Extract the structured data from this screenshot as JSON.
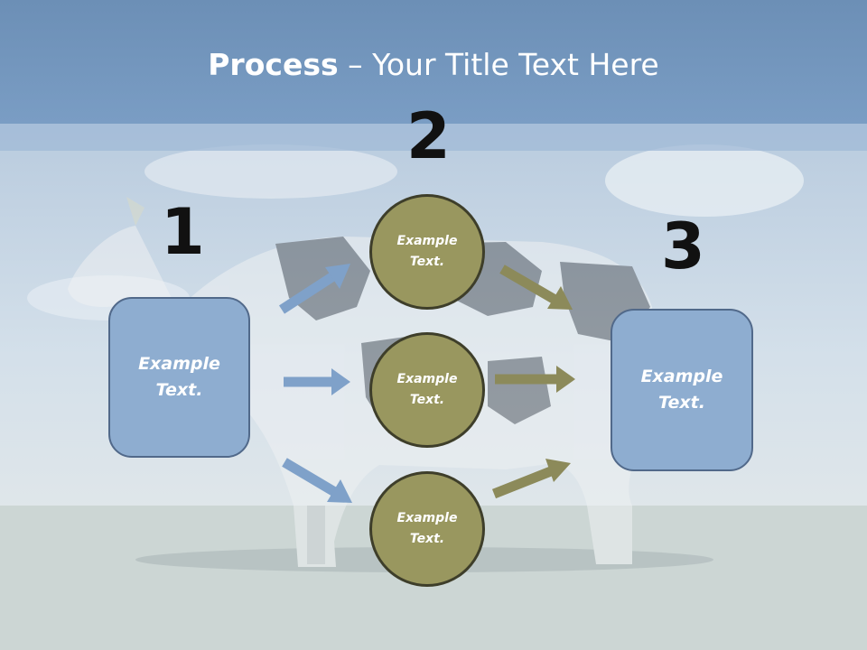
{
  "title": {
    "bold": "Process",
    "rest": " – Your Title Text Here"
  },
  "steps": [
    {
      "number": "1",
      "text": "Example\nText."
    },
    {
      "number": "2",
      "items": [
        "Example\nText.",
        "Example\nText.",
        "Example\nText."
      ]
    },
    {
      "number": "3",
      "text": "Example\nText."
    }
  ],
  "colors": {
    "title_bar": "#7a9dc4",
    "box_fill": "#8eadd0",
    "circle_fill": "#99975f",
    "blue_arrow": "#7fa1c9",
    "olive_arrow": "#8c8a5a"
  }
}
